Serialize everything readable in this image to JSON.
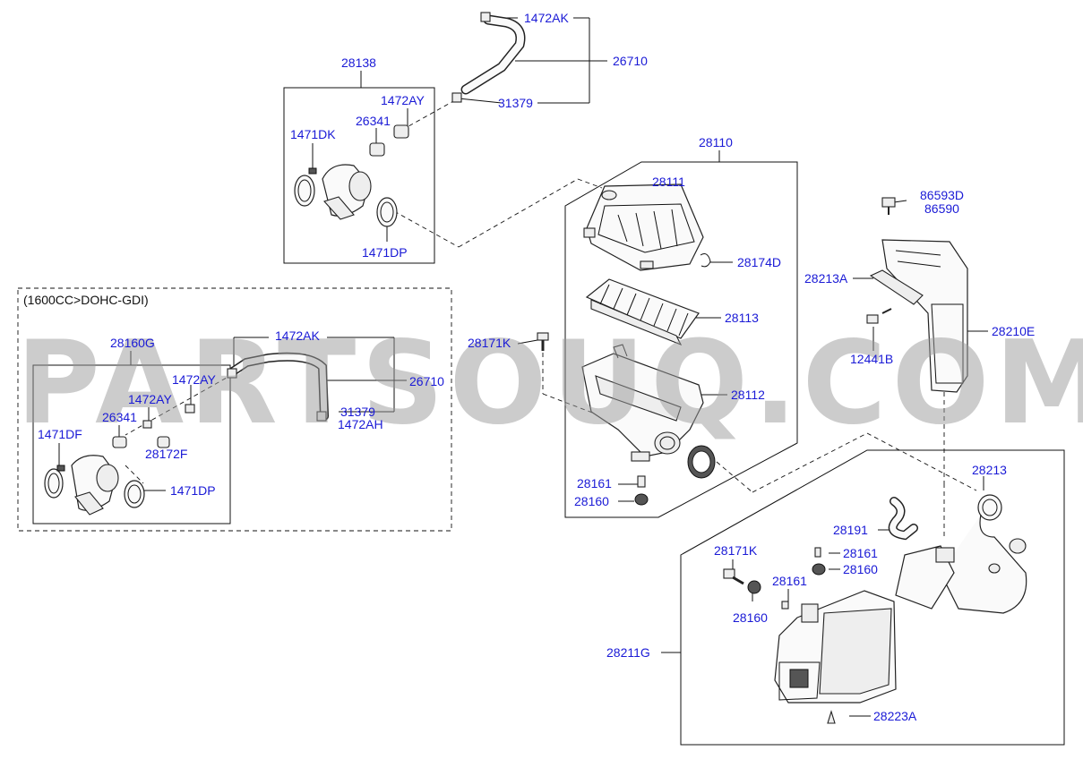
{
  "watermark": "PARTSOUQ.COM",
  "variant_note": "(1600CC>DOHC-GDI)",
  "colors": {
    "label": "#1a1ad6",
    "line": "#111111",
    "watermark": "#9a9a9a"
  },
  "labels": {
    "hose_clip_top": "1472AK",
    "hose_top": "26710",
    "hose_end_top": "31379",
    "mount_group_top": "28138",
    "clip_top": "1472AY",
    "valve_top": "26341",
    "clamp_dk": "1471DK",
    "clamp_dp_top": "1471DP",
    "cleaner_group": "28110",
    "cover": "28111",
    "clip_28174D": "28174D",
    "filter": "28113",
    "bolt_top": "28171K",
    "body": "28112",
    "bush_top": "28161",
    "insulator_top": "28160",
    "mount_group_gdi": "28160G",
    "hose_clip_gdi": "1472AK",
    "hose_gdi": "26710",
    "clip_gdi_1": "1472AY",
    "clip_gdi_2": "1472AY",
    "valve_gdi": "26341",
    "hose_end_gdi": "31379",
    "clip_gdi_ah": "1472AH",
    "clamp_df": "1471DF",
    "fitting_gdi": "28172F",
    "clamp_dp_gdi": "1471DP",
    "screw_a": "86593D",
    "screw_b": "86590",
    "bracket": "28213A",
    "duct": "28210E",
    "bolt_right": "12441B",
    "resonator_hose": "28213",
    "breather": "28191",
    "bolt_lower": "28171K",
    "bush_lower_1": "28161",
    "insulator_lower_1": "28160",
    "bush_lower_2": "28161",
    "insulator_lower_2": "28160",
    "resonator": "28211G",
    "grommet": "28223A"
  }
}
